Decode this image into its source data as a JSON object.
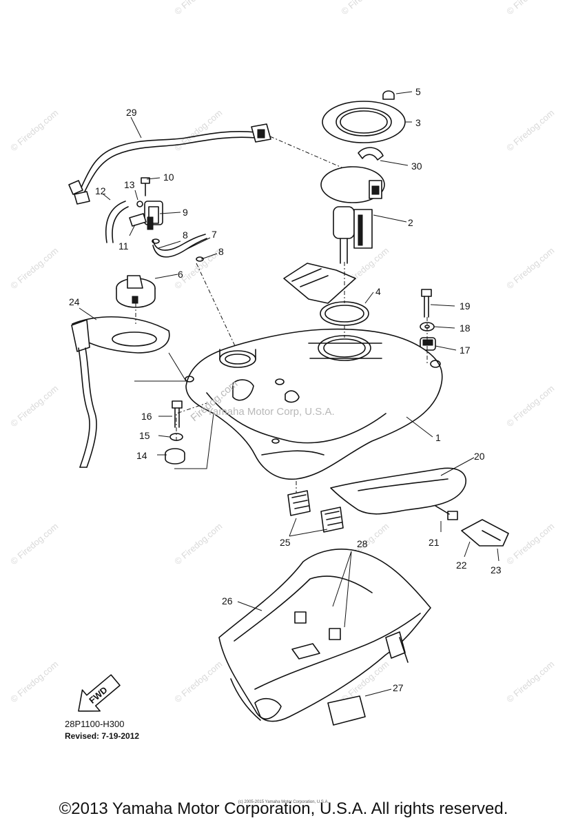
{
  "part_numbers": [
    "1",
    "2",
    "3",
    "4",
    "5",
    "6",
    "7",
    "8",
    "8",
    "9",
    "10",
    "11",
    "12",
    "13",
    "14",
    "15",
    "16",
    "17",
    "18",
    "19",
    "20",
    "21",
    "22",
    "23",
    "24",
    "25",
    "26",
    "27",
    "28",
    "29",
    "30"
  ],
  "watermark": {
    "site": "© Firedog.com",
    "center_text": "Yamaha Motor Corp, U.S.A.",
    "center_site": "Firedog.com"
  },
  "fwd_arrow_label": "FWD",
  "diagram_code": "28P1100-H300",
  "revised": "Revised: 7-19-2012",
  "tiny_note": "(c) 2005-2015 Yamaha Motor Corporation, U.S.A.",
  "copyright": "©2013 Yamaha Motor Corporation, U.S.A. All rights reserved."
}
